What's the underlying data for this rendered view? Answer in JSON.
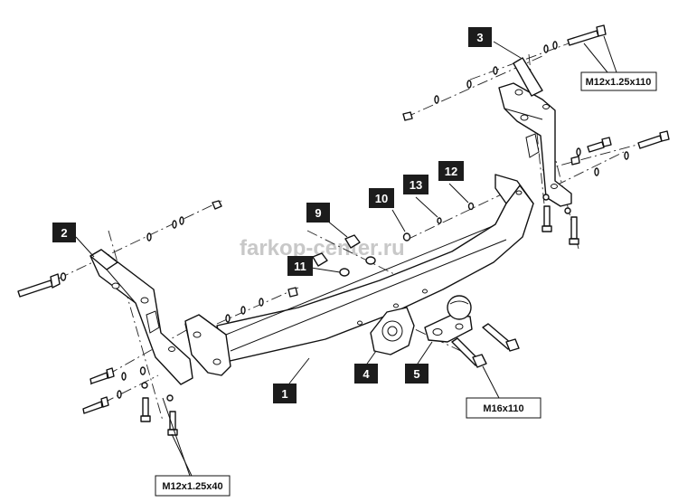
{
  "watermark": "farkop-center.ru",
  "callouts": {
    "c1": "1",
    "c2": "2",
    "c3": "3",
    "c4": "4",
    "c5": "5",
    "c9": "9",
    "c10": "10",
    "c11": "11",
    "c12": "12",
    "c13": "13"
  },
  "specs": {
    "bolt_top": "M12x1.25x110",
    "bolt_ball": "M16x110",
    "bolt_bottom": "M12x1.25x40"
  }
}
